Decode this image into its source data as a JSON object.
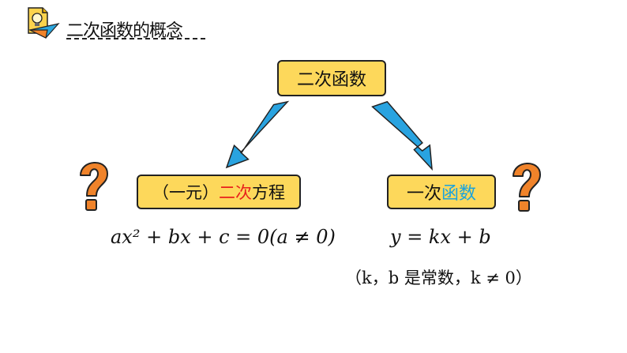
{
  "header": {
    "title": "二次函数的概念",
    "logo_icon": "lightbulb-paper-plane-icon"
  },
  "diagram": {
    "top_box": {
      "label": "二次函数"
    },
    "left_box": {
      "part1": "（一元）",
      "part2": "二次",
      "part3": "方程"
    },
    "right_box": {
      "part1": "一次",
      "part2": "函数"
    },
    "left_formula": "ax² + bx + c = 0(a ≠ 0)",
    "right_formula": "y = kx + b",
    "right_note": "（k，b 是常数，k ≠ 0）",
    "question_icon": "question-mark-icon"
  },
  "colors": {
    "box_fill": "#fdd85b",
    "arrow": "#29a3e0",
    "highlight_red": "#e8201b",
    "highlight_cyan": "#1aa3dd",
    "question_mark": "#f0832a"
  }
}
